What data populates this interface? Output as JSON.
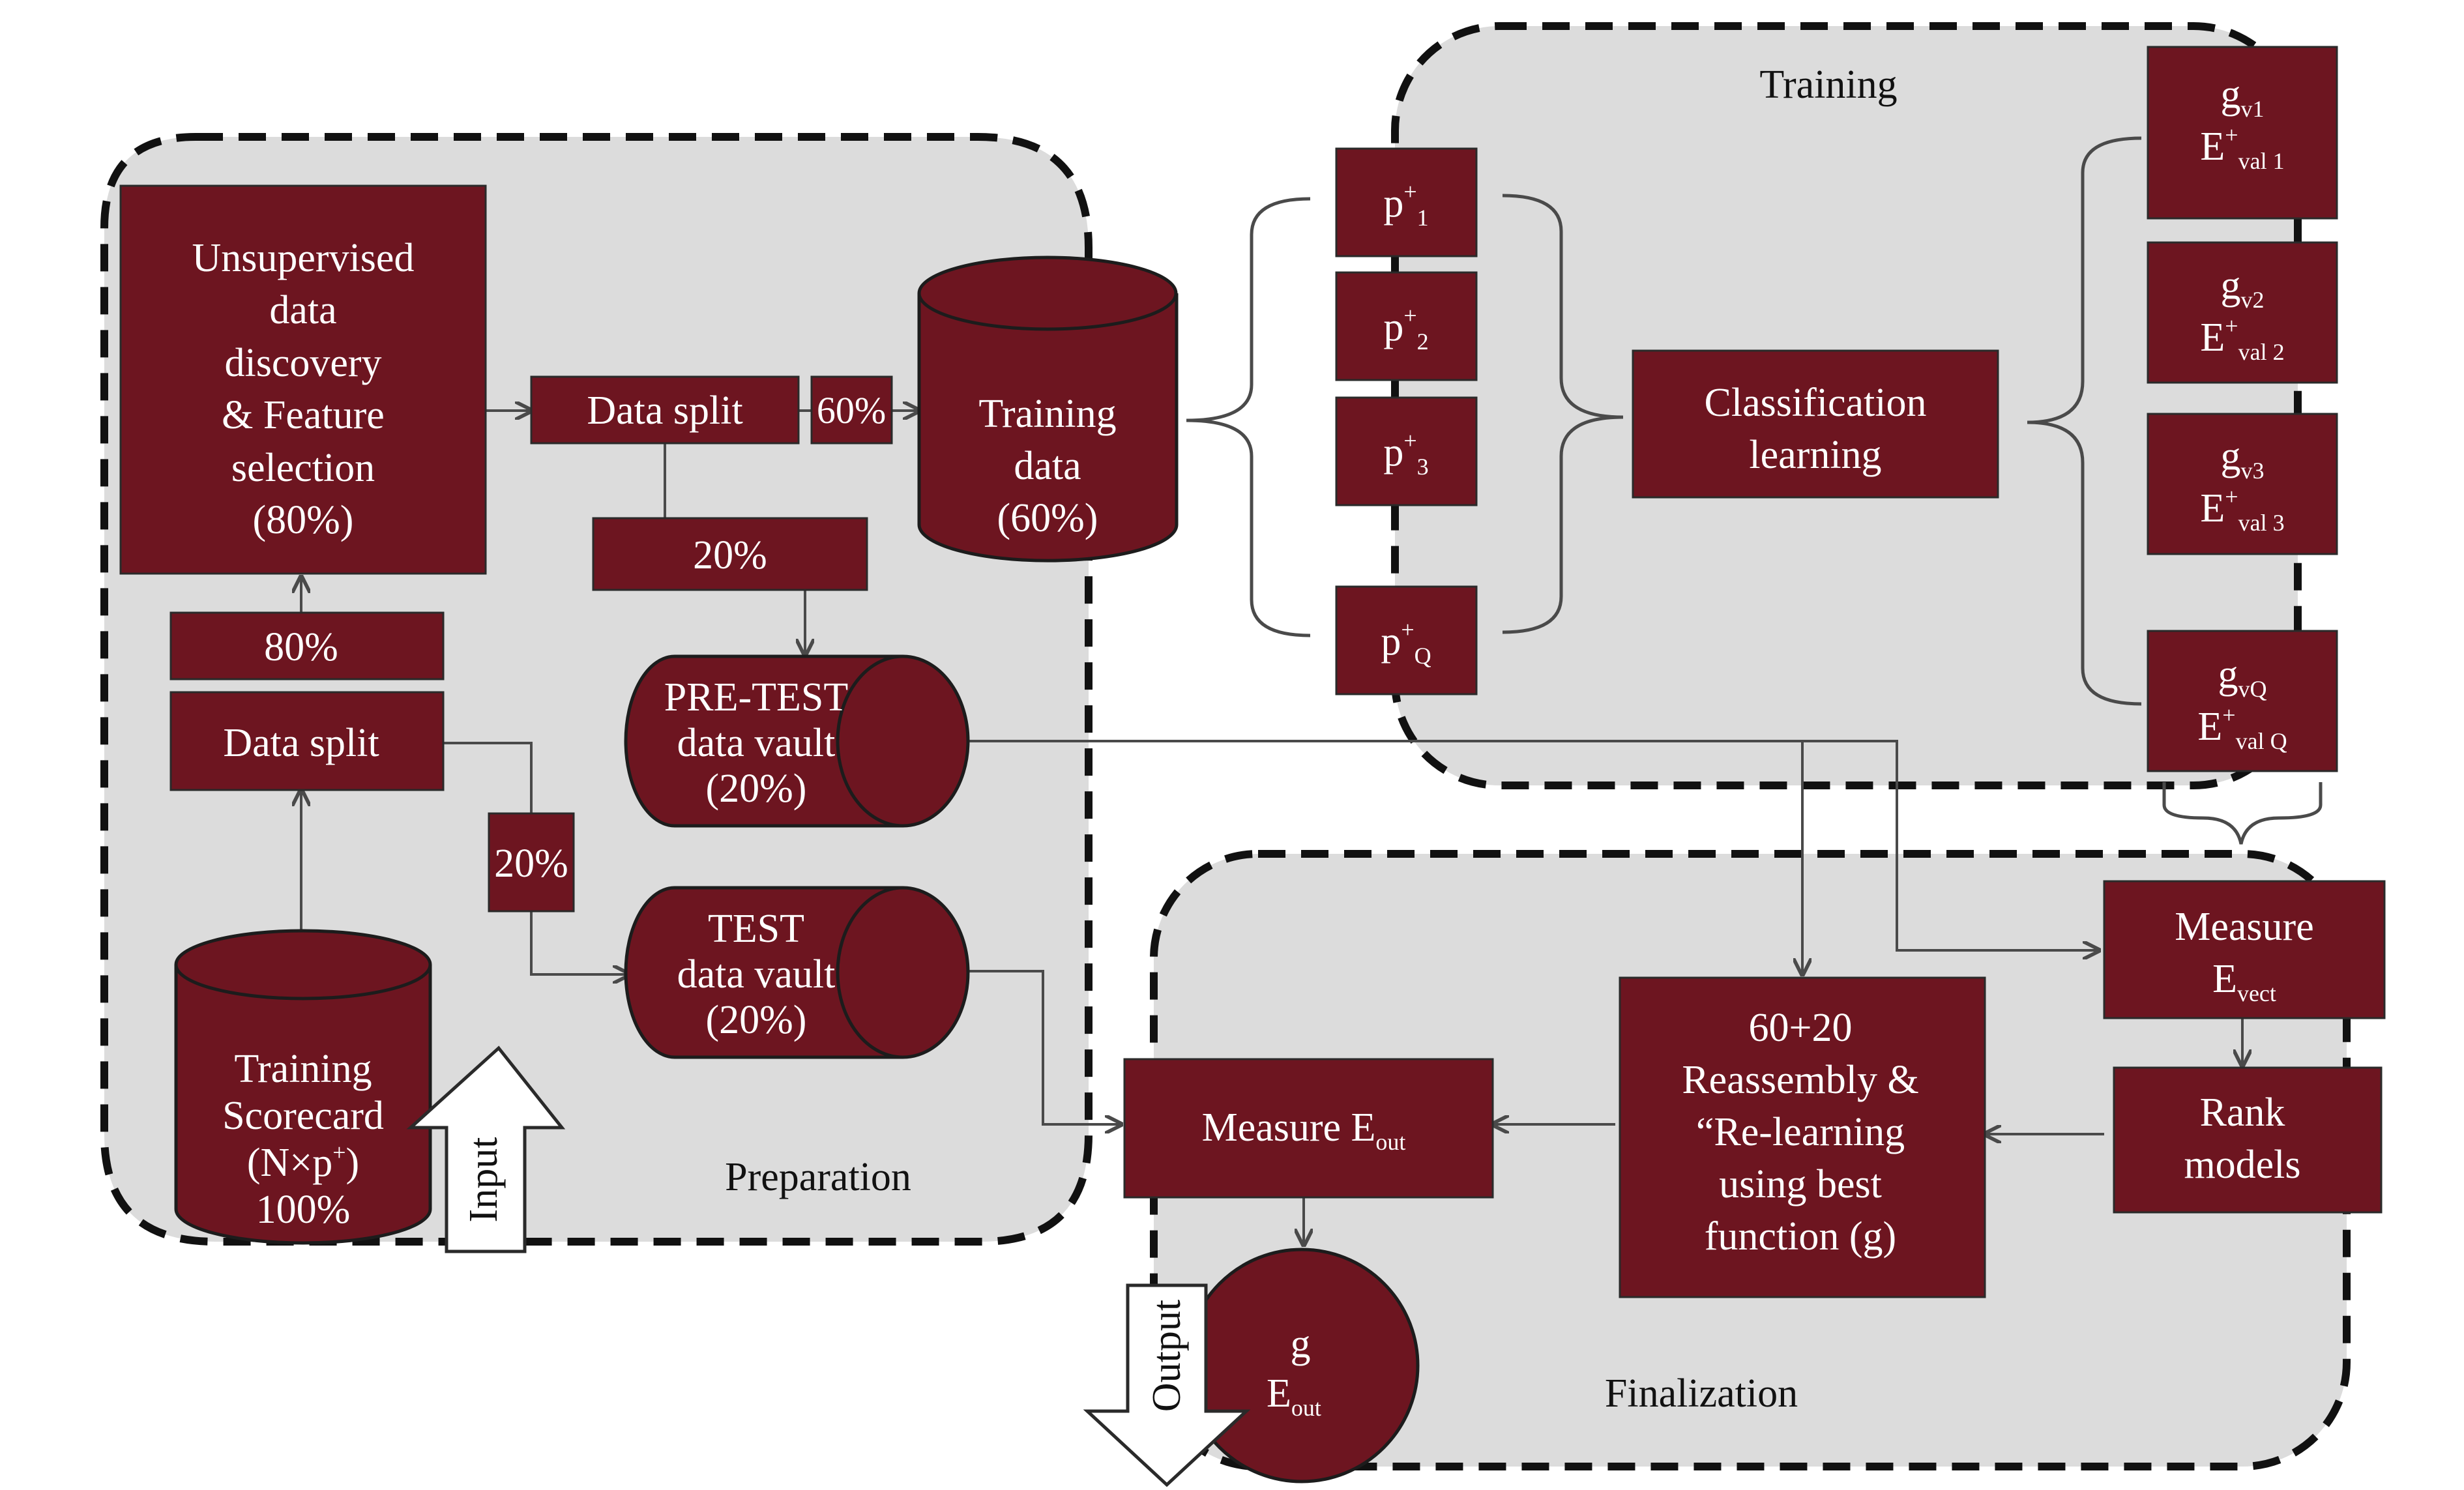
{
  "colors": {
    "box": "#6d1520",
    "region": "#dcdcdc",
    "text_on_box": "#ffffff"
  },
  "regions": {
    "preparation": "Preparation",
    "training": "Training",
    "finalization": "Finalization"
  },
  "nodes": {
    "unsupervised": [
      "Unsupervised",
      "data",
      "discovery",
      "& Feature",
      "selection",
      "(80%)"
    ],
    "pct_80": "80%",
    "data_split_lower": "Data split",
    "pct_20_lower": "20%",
    "training_scorecard": [
      "Training",
      "Scorecard",
      "(N×p",
      "+",
      ")",
      "100%"
    ],
    "data_split_upper": "Data split",
    "pct_60": "60%",
    "pct_20_upper": "20%",
    "pretest_vault": [
      "PRE-TEST",
      "data vault",
      "(20%)"
    ],
    "test_vault": [
      "TEST",
      "data vault",
      "(20%)"
    ],
    "training_data": [
      "Training",
      "data",
      "(60%)"
    ],
    "partitions": [
      {
        "base": "p",
        "sup": "+",
        "sub": "1"
      },
      {
        "base": "p",
        "sup": "+",
        "sub": "2"
      },
      {
        "base": "p",
        "sup": "+",
        "sub": "3"
      },
      {
        "base": "p",
        "sup": "+",
        "sub": "Q"
      }
    ],
    "classification": [
      "Classification",
      "learning"
    ],
    "models": [
      {
        "g_sub": "v1",
        "e_sub": "val 1"
      },
      {
        "g_sub": "v2",
        "e_sub": "val 2"
      },
      {
        "g_sub": "v3",
        "e_sub": "val 3"
      },
      {
        "g_sub": "vQ",
        "e_sub": "val Q"
      }
    ],
    "measure_evect": {
      "line1": "Measure",
      "base": "E",
      "sub": "vect"
    },
    "rank_models": [
      "Rank",
      "models"
    ],
    "reassembly": [
      "60+20",
      "Reassembly &",
      "“Re-learning",
      "using best",
      "function (g)"
    ],
    "measure_eout": {
      "base": "Measure E",
      "sub": "out"
    },
    "final_g": {
      "g": "g",
      "base": "E",
      "sub": "out"
    }
  },
  "arrows": {
    "input": "Input",
    "output": "Output"
  }
}
